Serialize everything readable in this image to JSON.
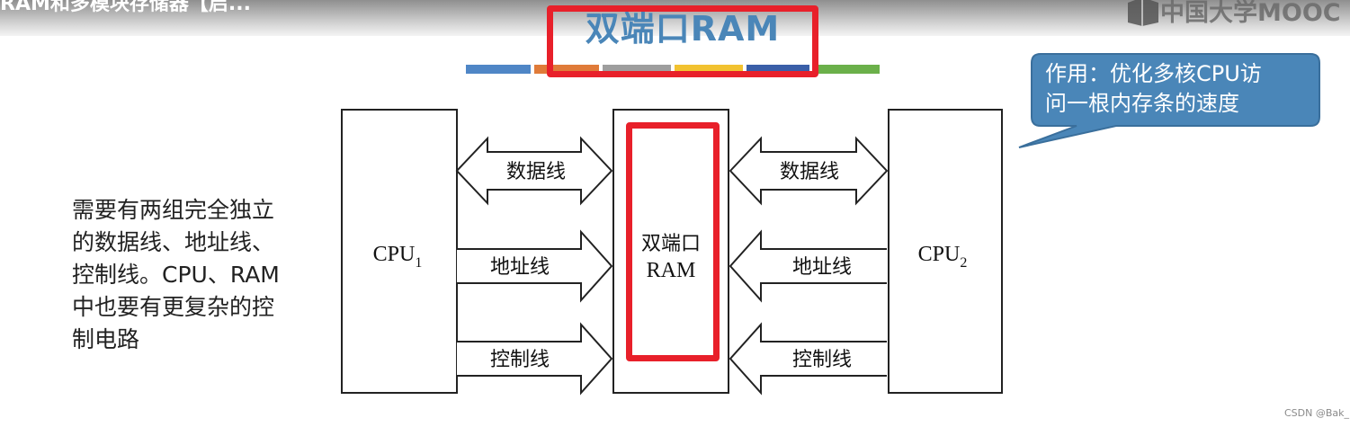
{
  "header": {
    "video_title": "RAM和多模块存储器【启...",
    "logo_text": "中国大学MOOC"
  },
  "slide": {
    "title": "双端口RAM",
    "title_bar_colors": [
      "#4f86c6",
      "#e07b39",
      "#9e9e9e",
      "#f2c230",
      "#3a5fa8",
      "#6bb04a"
    ]
  },
  "callout": {
    "line1": "作用：优化多核CPU访",
    "line2": "问一根内存条的速度",
    "fill": "#4a86b8"
  },
  "side_text": "需要有两组完全独立的数据线、地址线、控制线。CPU、RAM中也要有更复杂的控制电路",
  "diagram": {
    "cpu1": {
      "label": "CPU",
      "sub": "1"
    },
    "ram": {
      "line1": "双端口",
      "line2": "RAM"
    },
    "cpu2": {
      "label": "CPU",
      "sub": "2"
    },
    "left_buses": {
      "data": "数据线",
      "address": "地址线",
      "control": "控制线"
    },
    "right_buses": {
      "data": "数据线",
      "address": "地址线",
      "control": "控制线"
    }
  },
  "highlight_color": "#e8202a",
  "watermark": "CSDN @Bak_"
}
